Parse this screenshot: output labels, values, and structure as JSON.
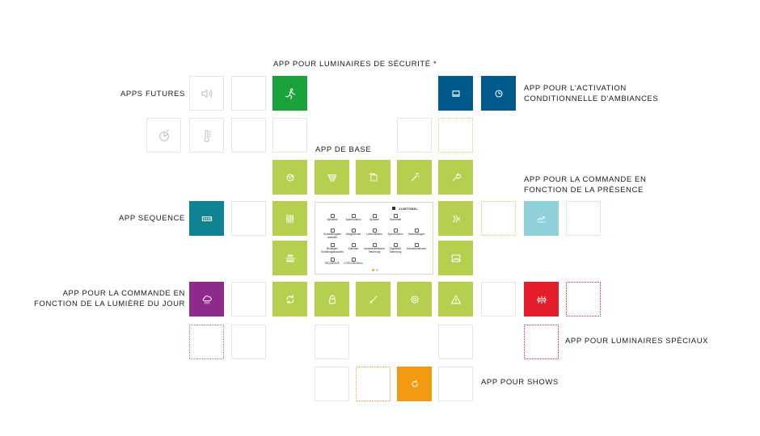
{
  "labels": {
    "securite": "APP POUR LUMINAIRES DE SÉCURITÉ  *",
    "futures": "APPS FUTURES",
    "ambiances": "APP POUR L'ACTIVATION\nCONDITIONNELLE D'AMBIANCES",
    "base": "APP DE BASE",
    "presence": "APP POUR LA COMMANDE EN\nFONCTION DE LA PRÉSENCE",
    "sequence": "APP SEQUENCE",
    "lumiere_jour": "APP POUR LA COMMANDE EN\nFONCTION DE LA LUMIÈRE DU JOUR",
    "speciaux": "APP POUR LUMINAIRES SPÉCIAUX",
    "shows": "APP POUR SHOWS"
  },
  "colors": {
    "green_security": "#1aa33a",
    "green_base": "#b7cf4f",
    "blue_dark": "#005a8c",
    "teal": "#0f8391",
    "cyan_light": "#8fd0da",
    "purple": "#8e2a8b",
    "red": "#e31e2a",
    "orange": "#f29b12"
  },
  "tiles": [
    {
      "name": "speaker-icon",
      "type": "future",
      "icon": "speaker"
    },
    {
      "name": "shield-icon",
      "type": "future",
      "icon": "moon"
    },
    {
      "name": "thermometer-icon",
      "type": "future",
      "icon": "thermo"
    },
    {
      "name": "running-man-icon",
      "type": "security",
      "icon": "run"
    },
    {
      "name": "scene-a-icon",
      "type": "ambiance",
      "icon": "box"
    },
    {
      "name": "scene-b-icon",
      "type": "ambiance",
      "icon": "clock"
    }
  ],
  "screen": {
    "brand": "ZUMTOBEL",
    "items": [
      "Aktuelles",
      "Sperrfunktion",
      "Sprache",
      "Sicherheit",
      "",
      "Schnelleingabe\nauswahl",
      "Zeitgesteuert",
      "Luftventilation",
      "Sperrfunktion",
      "Überlastungen",
      "Bedingter\nSchaltungsauswahl",
      "Kalender",
      "Anwesenheitslicht\nSteuerung",
      "Tageslicht\nSteuerung",
      "Schutzfunktionen",
      "SEQUENCE",
      "LITECOM Menu",
      "",
      "",
      ""
    ]
  }
}
